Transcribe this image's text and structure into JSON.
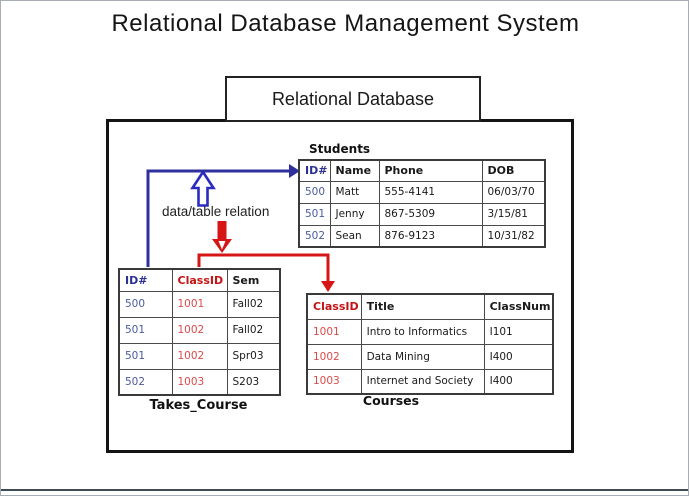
{
  "slide": {
    "title": "Relational Database Management System",
    "db_box_label": "Relational Database",
    "relation_label": "data/table relation"
  },
  "colors": {
    "relation_line_blue": "#2f2f9d",
    "relation_line_red": "#d61616",
    "key_header_blue": "#2d3192",
    "key_value_blue": "#4a5a9f",
    "key_header_red": "#c41414",
    "key_value_red": "#da4b4b",
    "bottom_strip": "#3e4a54"
  },
  "tables": {
    "students": {
      "title": "Students",
      "headers": [
        "ID#",
        "Name",
        "Phone",
        "DOB"
      ],
      "rows": [
        [
          "500",
          "Matt",
          "555-4141",
          "06/03/70"
        ],
        [
          "501",
          "Jenny",
          "867-5309",
          "3/15/81"
        ],
        [
          "502",
          "Sean",
          "876-9123",
          "10/31/82"
        ]
      ]
    },
    "takes_course": {
      "title": "Takes_Course",
      "headers": [
        "ID#",
        "ClassID",
        "Sem"
      ],
      "rows": [
        [
          "500",
          "1001",
          "Fall02"
        ],
        [
          "501",
          "1002",
          "Fall02"
        ],
        [
          "501",
          "1002",
          "Spr03"
        ],
        [
          "502",
          "1003",
          "S203"
        ]
      ]
    },
    "courses": {
      "title": "Courses",
      "headers": [
        "ClassID",
        "Title",
        "ClassNum"
      ],
      "rows": [
        [
          "1001",
          "Intro to Informatics",
          "I101"
        ],
        [
          "1002",
          "Data Mining",
          "I400"
        ],
        [
          "1003",
          "Internet and Society",
          "I400"
        ]
      ]
    }
  }
}
